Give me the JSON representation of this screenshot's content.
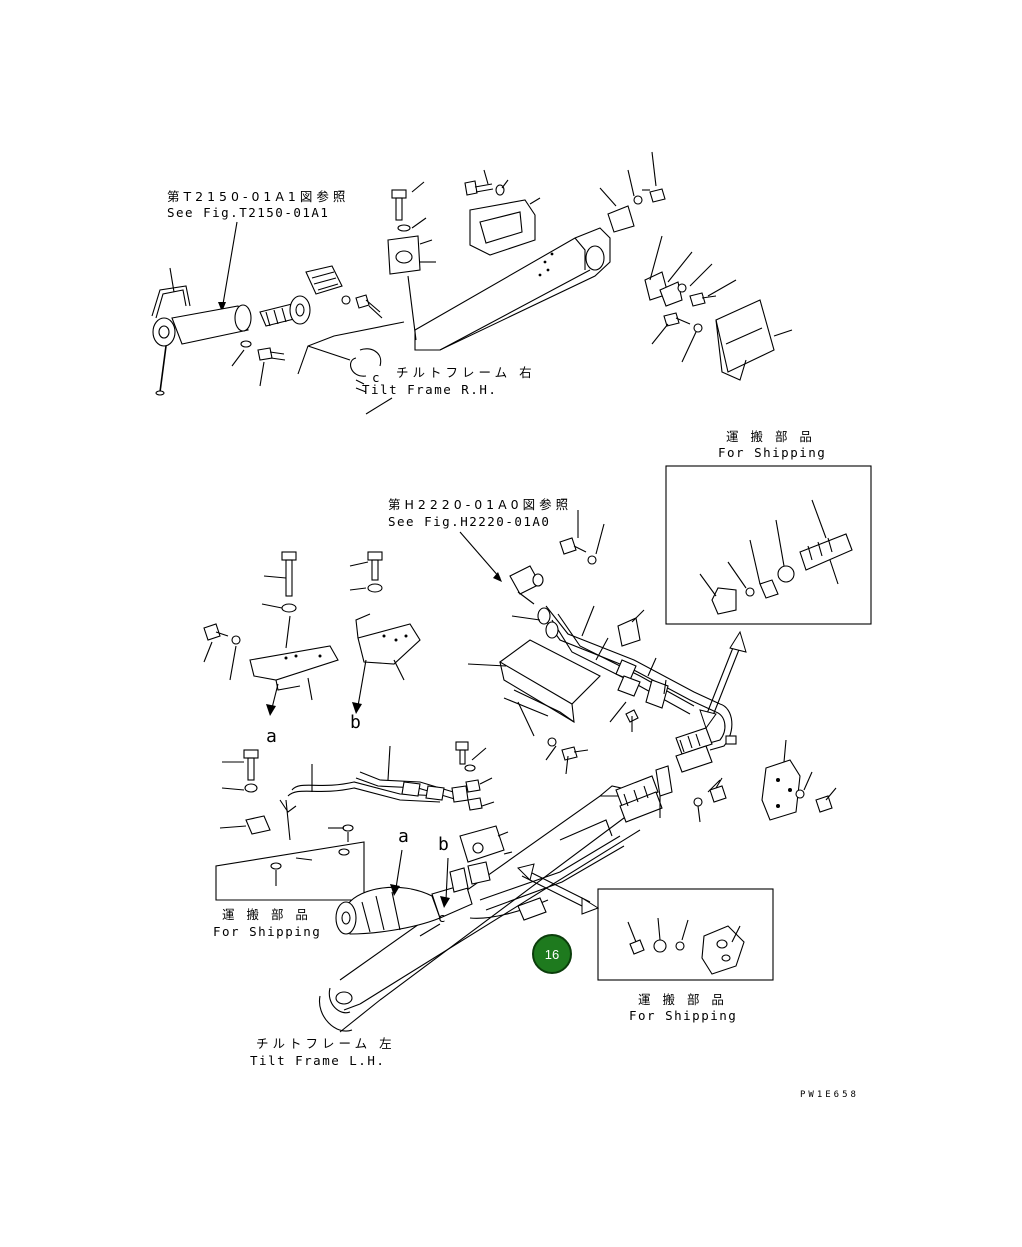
{
  "references": {
    "top": {
      "jp": "第T2150-01A1図参照",
      "en": "See Fig.T2150-01A1"
    },
    "middle": {
      "jp": "第H2220-01A0図参照",
      "en": "See Fig.H2220-01A0"
    }
  },
  "tilt_frame_rh": {
    "jp": "チルトフレーム 右",
    "en": "Tilt Frame R.H."
  },
  "tilt_frame_lh": {
    "jp": "チルトフレーム 左",
    "en": "Tilt Frame L.H."
  },
  "shipping_boxes": [
    {
      "jp": "運 搬 部 品",
      "en": "For Shipping"
    },
    {
      "jp": "運 搬 部 品",
      "en": "For Shipping"
    },
    {
      "jp": "運 搬 部 品",
      "en": "For Shipping"
    }
  ],
  "detail_letters": {
    "a1": "a",
    "b1": "b",
    "a2": "a",
    "b2": "b",
    "c1": "c",
    "c2": "c"
  },
  "hotspot_badge": {
    "label": "16",
    "color": "#1e7a1e"
  },
  "drawing_code": "PW1E658",
  "colors": {
    "line": "#000000",
    "background": "#ffffff",
    "badge": "#1e7a1e"
  }
}
